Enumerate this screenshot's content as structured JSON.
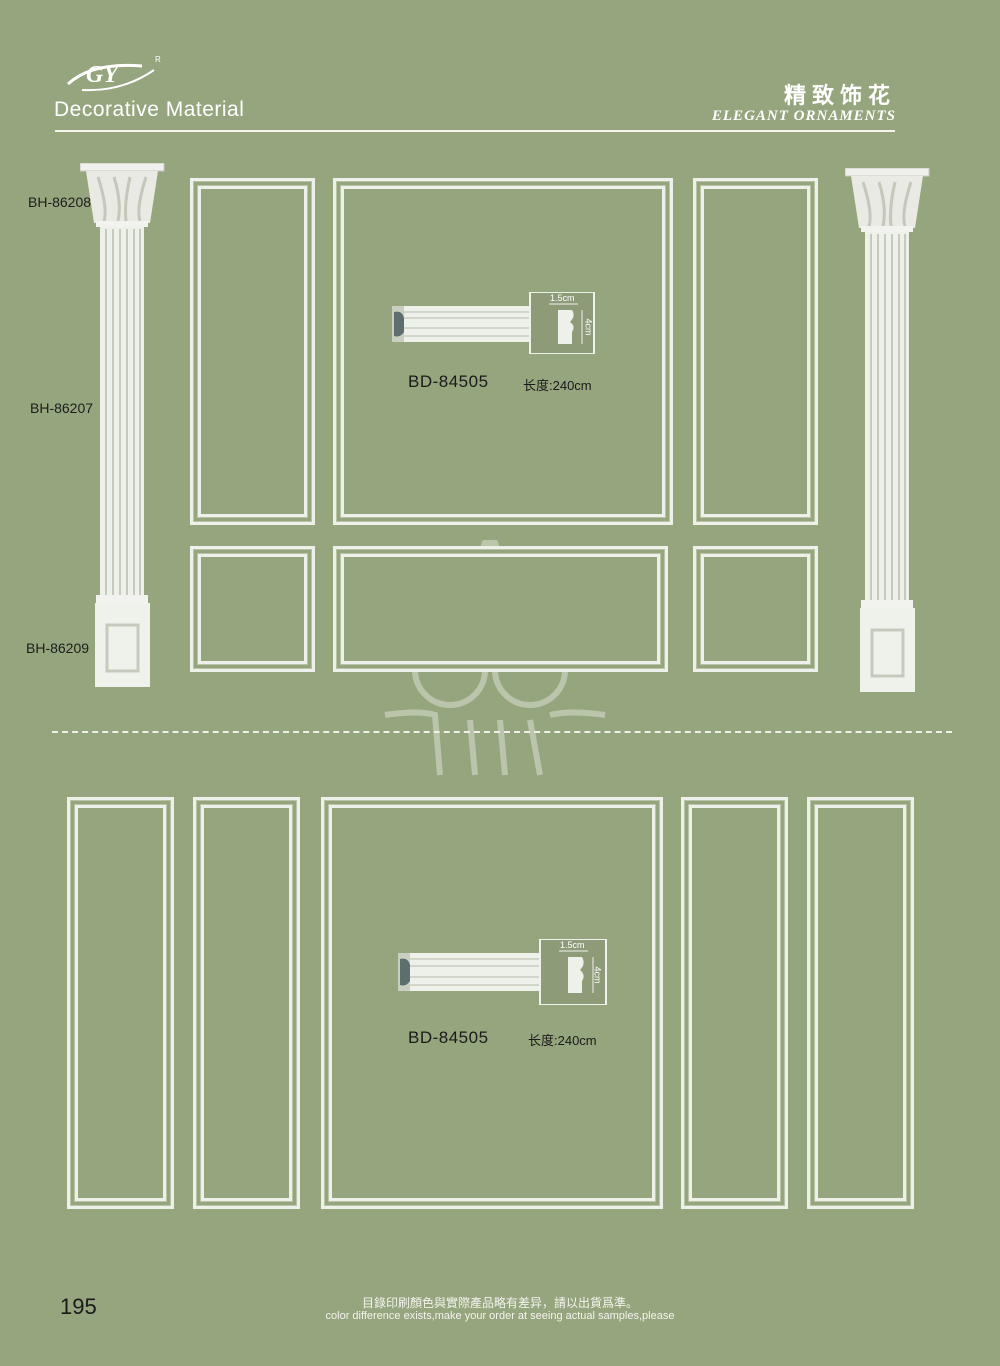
{
  "header": {
    "logo_text": "GY",
    "logo_reg": "R",
    "brand_subtitle": "Decorative Material",
    "cn_title": "精致饰花",
    "en_title": "ELEGANT ORNAMENTS"
  },
  "columns": {
    "capital_code": "BH-86208",
    "shaft_code": "BH-86207",
    "base_code": "BH-86209"
  },
  "molding_top": {
    "name": "BD-84505",
    "length": "长度:240cm",
    "width_label": "1.5cm",
    "height_label": "4cm"
  },
  "molding_bottom": {
    "name": "BD-84505",
    "length": "长度:240cm",
    "width_label": "1.5cm",
    "height_label": "4cm"
  },
  "footer": {
    "page_number": "195",
    "disclaimer_cn": "目錄印刷顏色與實際產品略有差异，請以出貨爲準。",
    "disclaimer_en": "color difference exists,make your order at seeing actual samples,please"
  },
  "colors": {
    "background": "#95a57d",
    "molding_white": "#eef0ea"
  }
}
